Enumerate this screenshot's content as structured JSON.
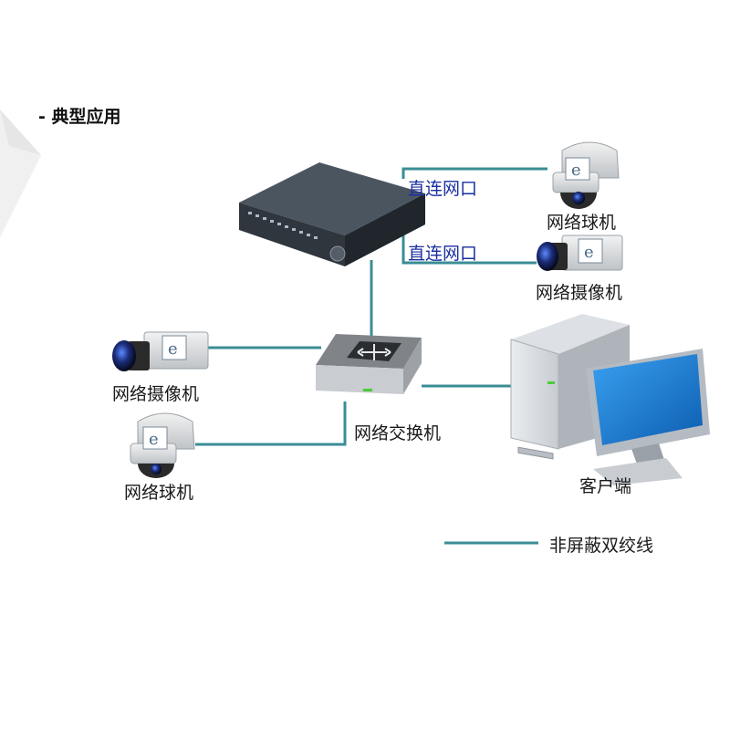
{
  "heading": "- 典型应用",
  "nvr_links": [
    "直连网口",
    "直连网口"
  ],
  "devices": {
    "dome_right": "网络球机",
    "box_right": "网络摄像机",
    "box_left": "网络摄像机",
    "dome_left": "网络球机",
    "switch": "网络交换机",
    "client": "客户端"
  },
  "legend": {
    "line_label": "非屏蔽双绞线"
  },
  "colors": {
    "cable": "#3a8d94",
    "link_text": "#1a2fa0",
    "screen": "#1b78c8"
  },
  "icons": [
    "nvr-icon",
    "dome-camera-icon",
    "box-camera-icon",
    "network-switch-icon",
    "pc-client-icon"
  ]
}
